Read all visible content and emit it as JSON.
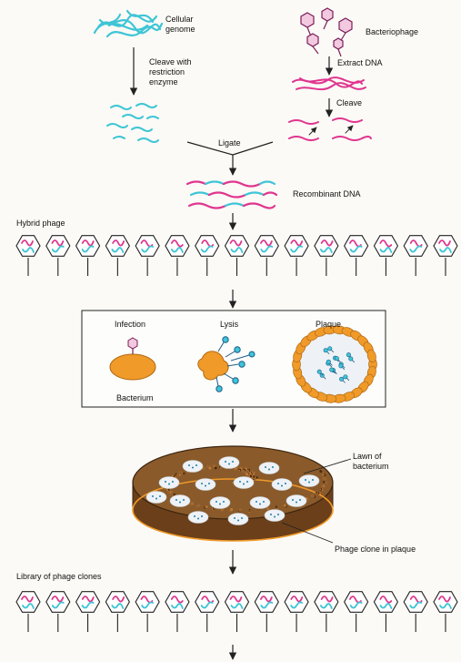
{
  "labels": {
    "cellular_genome": "Cellular\ngenome",
    "bacteriophage": "Bacteriophage",
    "cleave_restriction": "Cleave with\nrestriction\nenzyme",
    "extract_dna": "Extract DNA",
    "cleave": "Cleave",
    "ligate": "Ligate",
    "recombinant_dna": "Recombinant DNA",
    "hybrid_phage": "Hybrid phage",
    "infection": "Infection",
    "lysis": "Lysis",
    "plaque": "Plaque",
    "bacterium": "Bacterium",
    "lawn_of_bacterium": "Lawn of\nbacterium",
    "phage_clone_in_plaque": "Phage clone in plaque",
    "library_of_phage_clones": "Library of phage clones"
  },
  "phage_rows": {
    "hybrid_count": 15,
    "library_count": 15
  },
  "colors": {
    "genome": "#3ec5d6",
    "phage_dna": "#e0358f",
    "bacterium": "#f09a2a",
    "dish_soil": "#7a4a1f",
    "plaque": "#eef2f6",
    "outline": "#222222"
  }
}
